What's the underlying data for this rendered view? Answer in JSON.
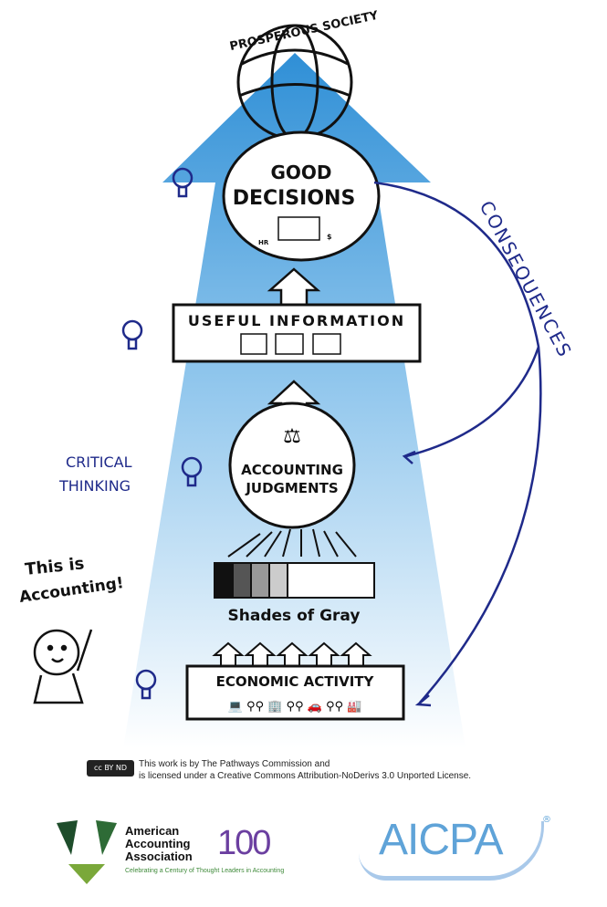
{
  "diagram": {
    "top_label": "PROSPEROUS SOCIETY",
    "decisions": [
      "GOOD",
      "DECISIONS"
    ],
    "useful_information": "USEFUL INFORMATION",
    "judgments": [
      "ACCOUNTING",
      "JUDGMENTS"
    ],
    "shades": "Shades of Gray",
    "economic_activity": "ECONOMIC ACTIVITY",
    "consequences": "CONSEQUENCES",
    "critical_thinking": [
      "CRITICAL",
      "THINKING"
    ],
    "this_is": [
      "This is",
      "Accounting!"
    ],
    "cloud_signs": [
      "HR",
      "$"
    ]
  },
  "license": {
    "badge": "cc BY ND",
    "line1": "This work is by The Pathways Commission and",
    "line2": "is licensed under a Creative Commons Attribution-NoDerivs 3.0 Unported License."
  },
  "logos": {
    "aaa_name": [
      "American",
      "Accounting",
      "Association"
    ],
    "aaa_100": "100",
    "aaa_tagline": "Celebrating a Century of Thought Leaders in Accounting",
    "aicpa": "AICPA",
    "aicpa_reg": "®"
  },
  "colors": {
    "arrow_top": "#3b9ad9",
    "arrow_bottom": "#ffffff",
    "ink_blue": "#1f2a8a"
  }
}
